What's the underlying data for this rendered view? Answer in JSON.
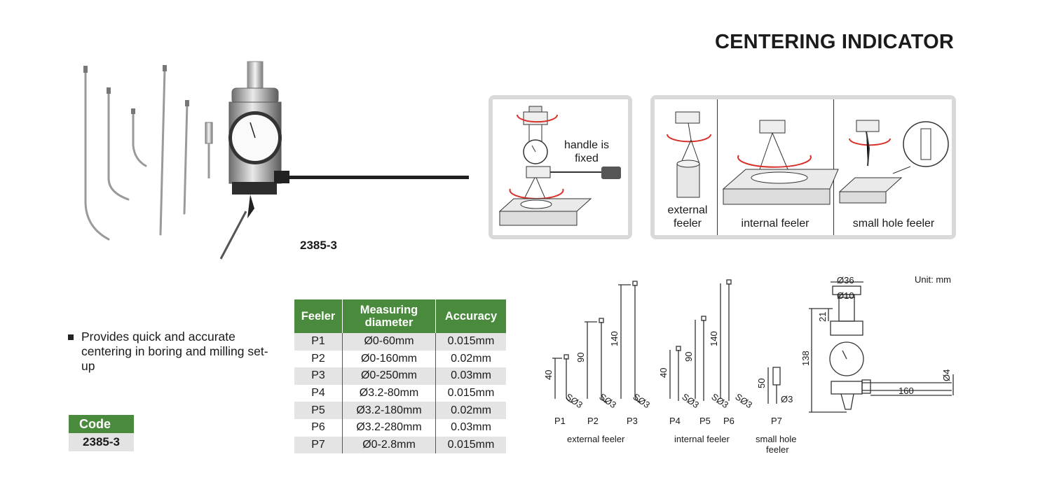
{
  "title": "CENTERING INDICATOR",
  "model_label": "2385-3",
  "fixed_panel": {
    "caption": "handle is\nfixed"
  },
  "feeler_panel": {
    "captions": [
      "external\nfeeler",
      "internal feeler",
      "small hole feeler"
    ]
  },
  "bullet": "Provides quick and accurate centering in boring and milling set-up",
  "code": {
    "header": "Code",
    "value": "2385-3"
  },
  "table": {
    "headers": [
      "Feeler",
      "Measuring diameter",
      "Accuracy"
    ],
    "rows": [
      [
        "P1",
        "Ø0-60mm",
        "0.015mm"
      ],
      [
        "P2",
        "Ø0-160mm",
        "0.02mm"
      ],
      [
        "P3",
        "Ø0-250mm",
        "0.03mm"
      ],
      [
        "P4",
        "Ø3.2-80mm",
        "0.015mm"
      ],
      [
        "P5",
        "Ø3.2-180mm",
        "0.02mm"
      ],
      [
        "P6",
        "Ø3.2-280mm",
        "0.03mm"
      ],
      [
        "P7",
        "Ø0-2.8mm",
        "0.015mm"
      ]
    ]
  },
  "drawing": {
    "unit": "Unit: mm",
    "feeler_names": [
      "P1",
      "P2",
      "P3",
      "P4",
      "P5",
      "P6",
      "P7"
    ],
    "lengths": [
      "40",
      "90",
      "140",
      "40",
      "90",
      "140",
      "50"
    ],
    "ball_label": "SØ3",
    "p7_tip": "Ø3",
    "group_labels": [
      "external feeler",
      "internal feeler",
      "small hole\nfeeler"
    ],
    "body_dims": {
      "top_dia": "Ø36",
      "shank_dia": "Ø10",
      "shank_len": "21",
      "height": "138",
      "arm_len": "160",
      "arm_dia": "Ø4"
    }
  },
  "colors": {
    "table_header": "#4a8a3d",
    "row_shade": "#e4e4e4",
    "panel_frame": "#d9d9d9",
    "rotation_arrow": "#d8312b"
  }
}
